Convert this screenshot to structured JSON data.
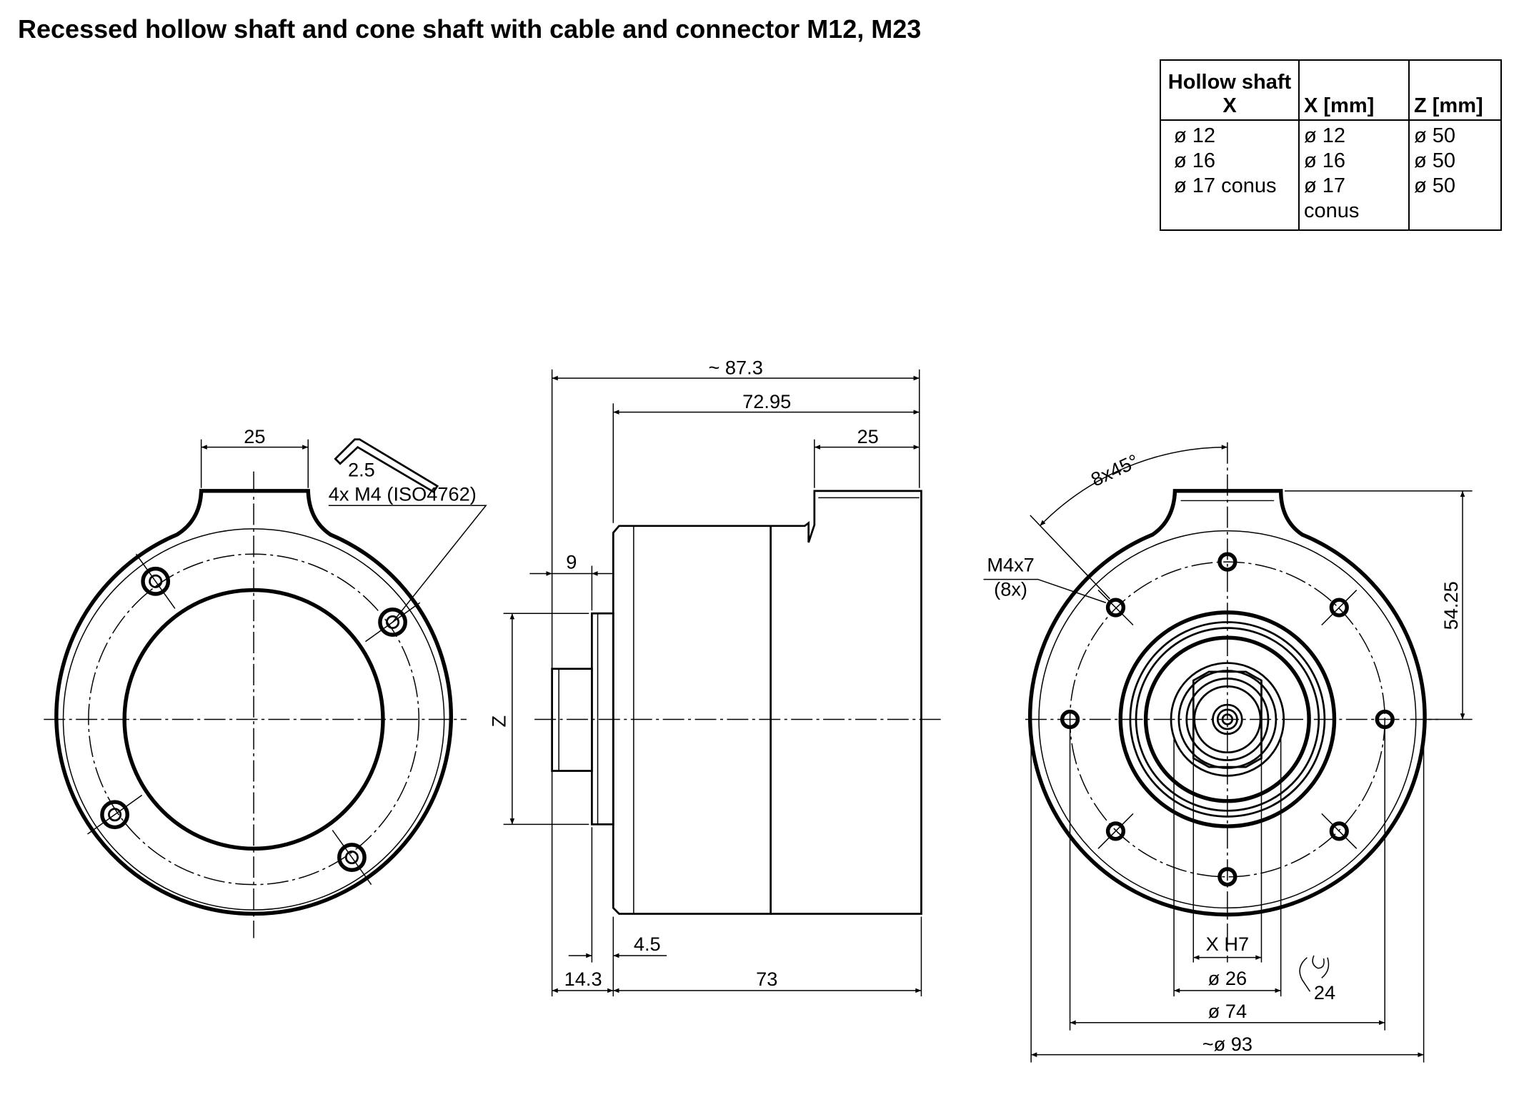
{
  "title": "Recessed hollow shaft and cone shaft with cable and connector M12, M23",
  "table": {
    "headers": [
      "Hollow shaft X",
      "X [mm]",
      "Z [mm]"
    ],
    "header_line1": "Hollow shaft",
    "header_line2": "X",
    "rows": [
      [
        "ø 12",
        "ø 12",
        "ø 50"
      ],
      [
        "ø 16",
        "ø 16",
        "ø 50"
      ],
      [
        "ø 17 conus",
        "ø 17 conus",
        "ø 50"
      ]
    ]
  },
  "left_view": {
    "dim_top": "25",
    "key_size": "2.5",
    "screw_label": "4x M4 (ISO4762)"
  },
  "side_view": {
    "dim_overall": "~ 87.3",
    "dim_body": "72.95",
    "dim_connector": "25",
    "dim_shaft": "9",
    "dim_z": "Z",
    "dim_flange": "4.5",
    "dim_front": "14.3",
    "dim_length": "73"
  },
  "right_view": {
    "angle": "8x45°",
    "thread_line1": "M4x7",
    "thread_line2": "(8x)",
    "dim_height": "54.25",
    "dim_bore": "X H7",
    "dim_26": "ø 26",
    "dim_74": "ø 74",
    "dim_93": "~ø 93",
    "wrench_size": "24"
  }
}
